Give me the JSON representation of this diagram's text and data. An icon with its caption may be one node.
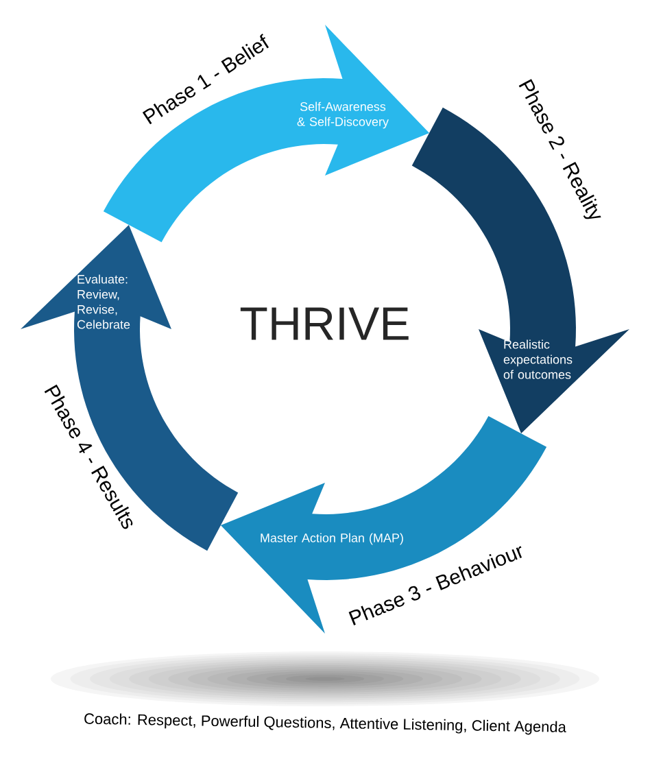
{
  "diagram": {
    "title": "THRIVE",
    "caption": "Coach: Respect, Powerful Questions, Attentive Listening, Client Agenda",
    "nodes": [
      {
        "text": [
          "Phase 1 - Belief",
          "Self-Awareness & Self-Discovery"
        ]
      },
      {
        "text": [
          "Phase 2 - Reality",
          "Realistic expectations of outcomes"
        ]
      },
      {
        "text": [
          "Phase 3 - Behaviour",
          "Master Action Plan (MAP)"
        ]
      },
      {
        "text": [
          "Phase 4 - Results",
          "Evaluate: Review, Revise, Celebrate"
        ]
      }
    ]
  }
}
